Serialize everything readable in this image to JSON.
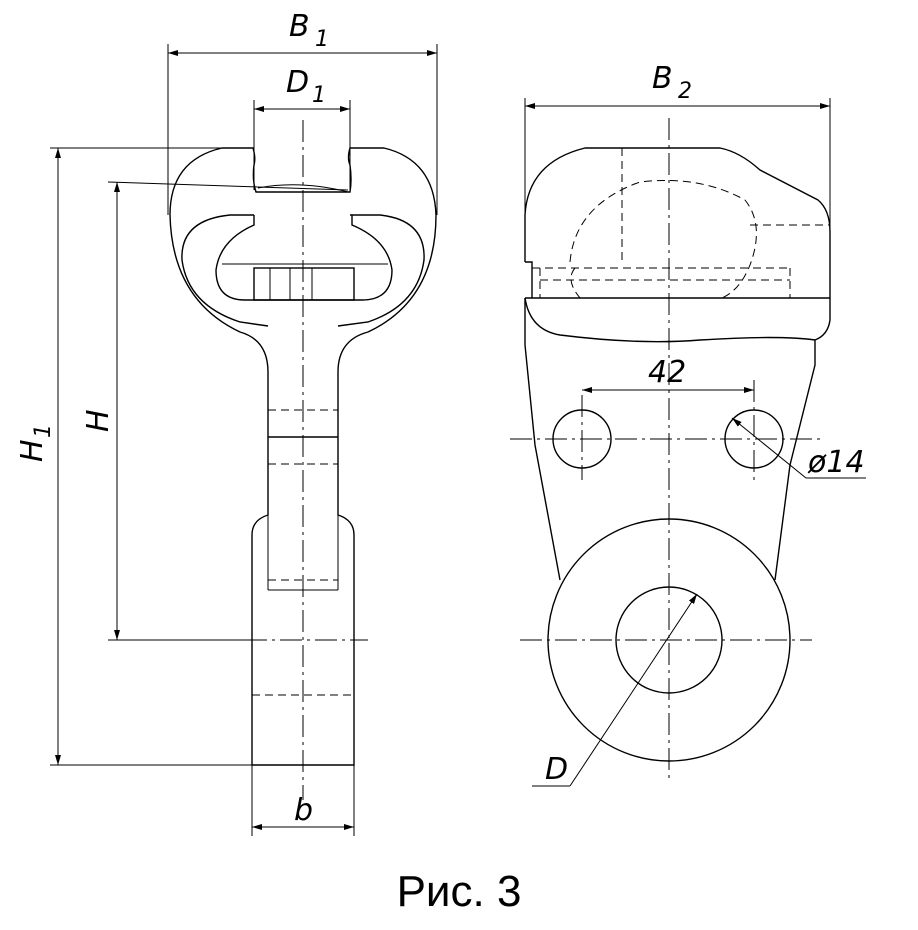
{
  "caption": "Рис. 3",
  "dimensions": {
    "b1": {
      "letter": "B",
      "sub": "1"
    },
    "d1": {
      "letter": "D",
      "sub": "1"
    },
    "h1": {
      "letter": "H",
      "sub": "1"
    },
    "h": {
      "letter": "H"
    },
    "b": {
      "letter": "b"
    },
    "b2": {
      "letter": "B",
      "sub": "2"
    },
    "spacing": {
      "value": "42"
    },
    "hole": {
      "value": "ø14"
    },
    "d": {
      "letter": "D"
    }
  }
}
